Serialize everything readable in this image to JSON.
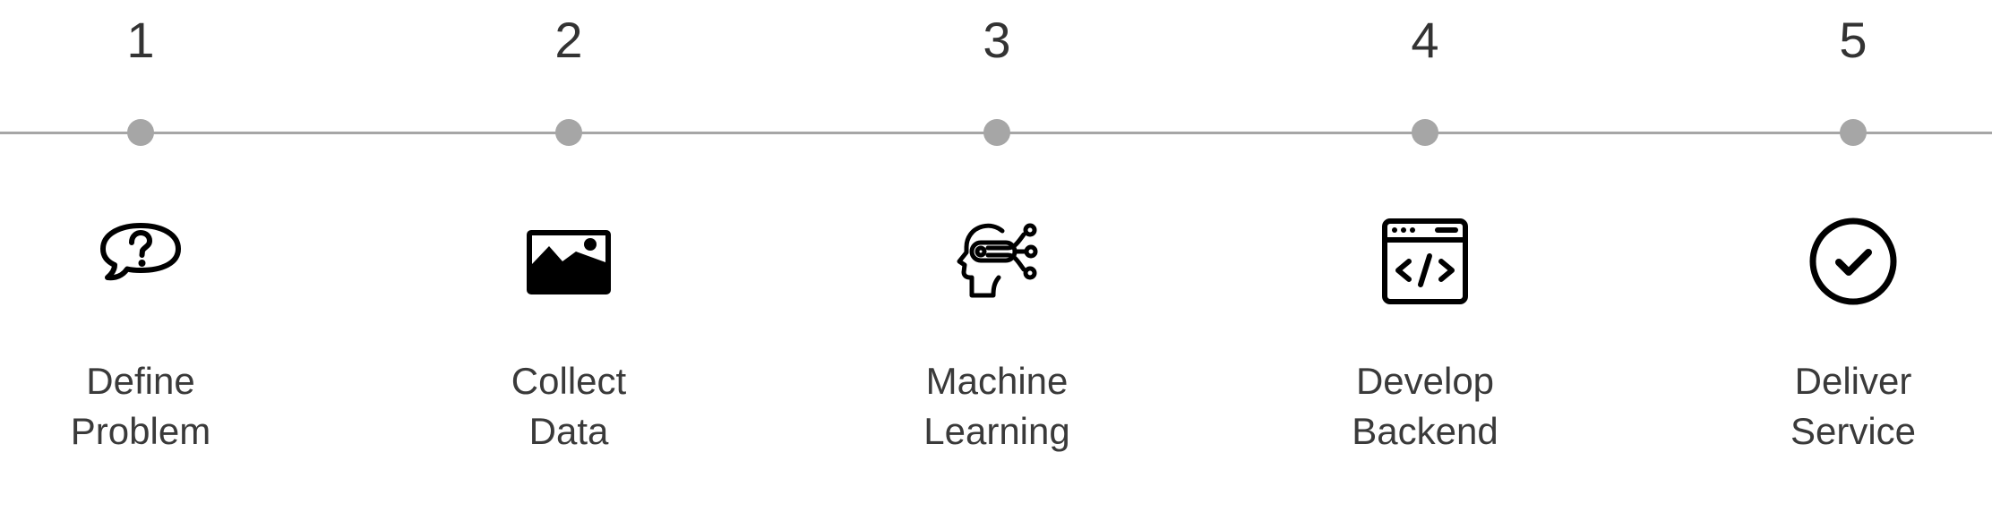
{
  "steps": [
    {
      "number": "1",
      "icon": "question-speech-bubble-icon",
      "label_line1": "Define",
      "label_line2": "Problem"
    },
    {
      "number": "2",
      "icon": "image-icon",
      "label_line1": "Collect",
      "label_line2": "Data"
    },
    {
      "number": "3",
      "icon": "ai-head-icon",
      "label_line1": "Machine",
      "label_line2": "Learning"
    },
    {
      "number": "4",
      "icon": "code-window-icon",
      "label_line1": "Develop",
      "label_line2": "Backend"
    },
    {
      "number": "5",
      "icon": "check-circle-icon",
      "label_line1": "Deliver",
      "label_line2": "Service"
    }
  ],
  "colors": {
    "line": "#a6a6a6",
    "dot": "#a6a6a6",
    "text": "#3a3a3a",
    "icon": "#000000"
  }
}
